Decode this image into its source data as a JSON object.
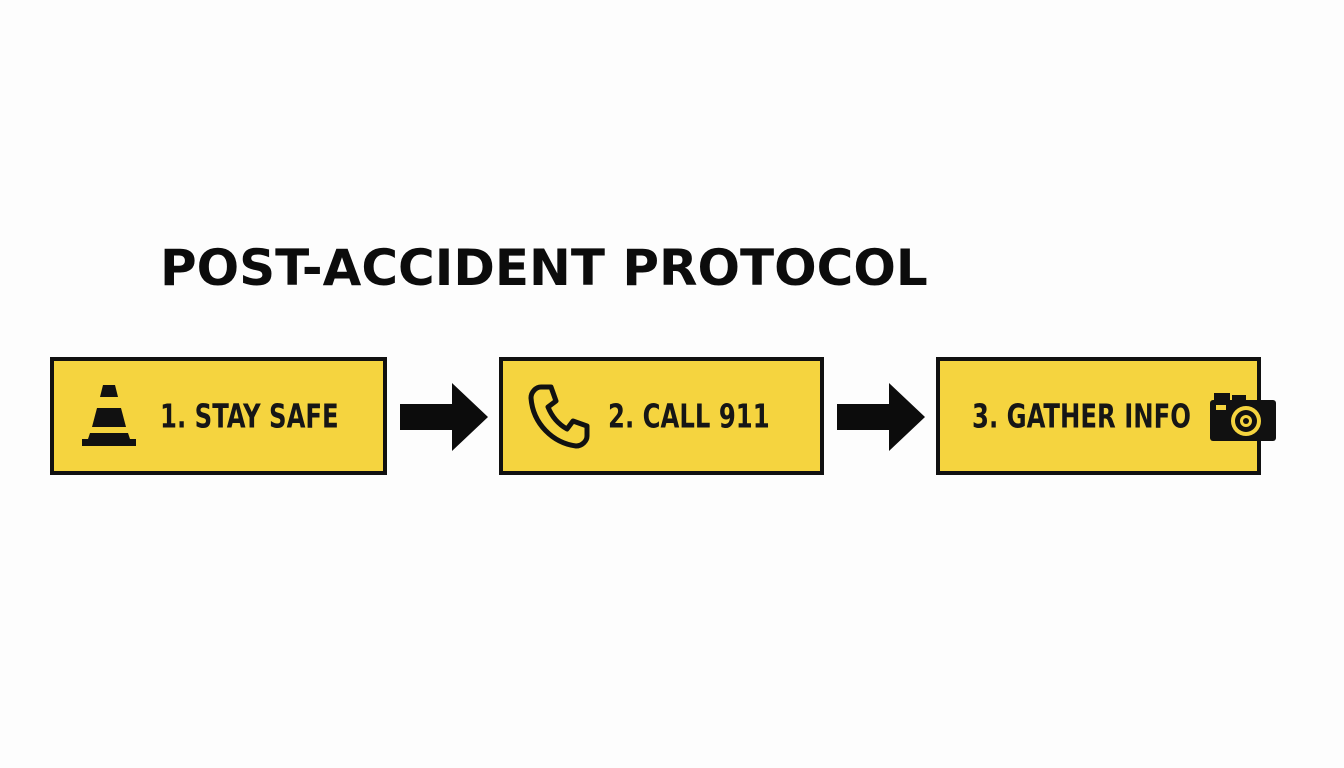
{
  "title": "POST-ACCIDENT PROTOCOL",
  "steps": [
    {
      "label": "1. STAY SAFE",
      "icon": "traffic-cone-icon"
    },
    {
      "label": "2. CALL 911",
      "icon": "phone-icon"
    },
    {
      "label": "3. GATHER INFO",
      "icon": "camera-icon"
    }
  ],
  "connectors": [
    "arrow-right-icon",
    "arrow-right-icon"
  ],
  "colors": {
    "box_fill": "#f5d43f",
    "border": "#111111",
    "text": "#161616",
    "background": "#fdfdfd"
  }
}
